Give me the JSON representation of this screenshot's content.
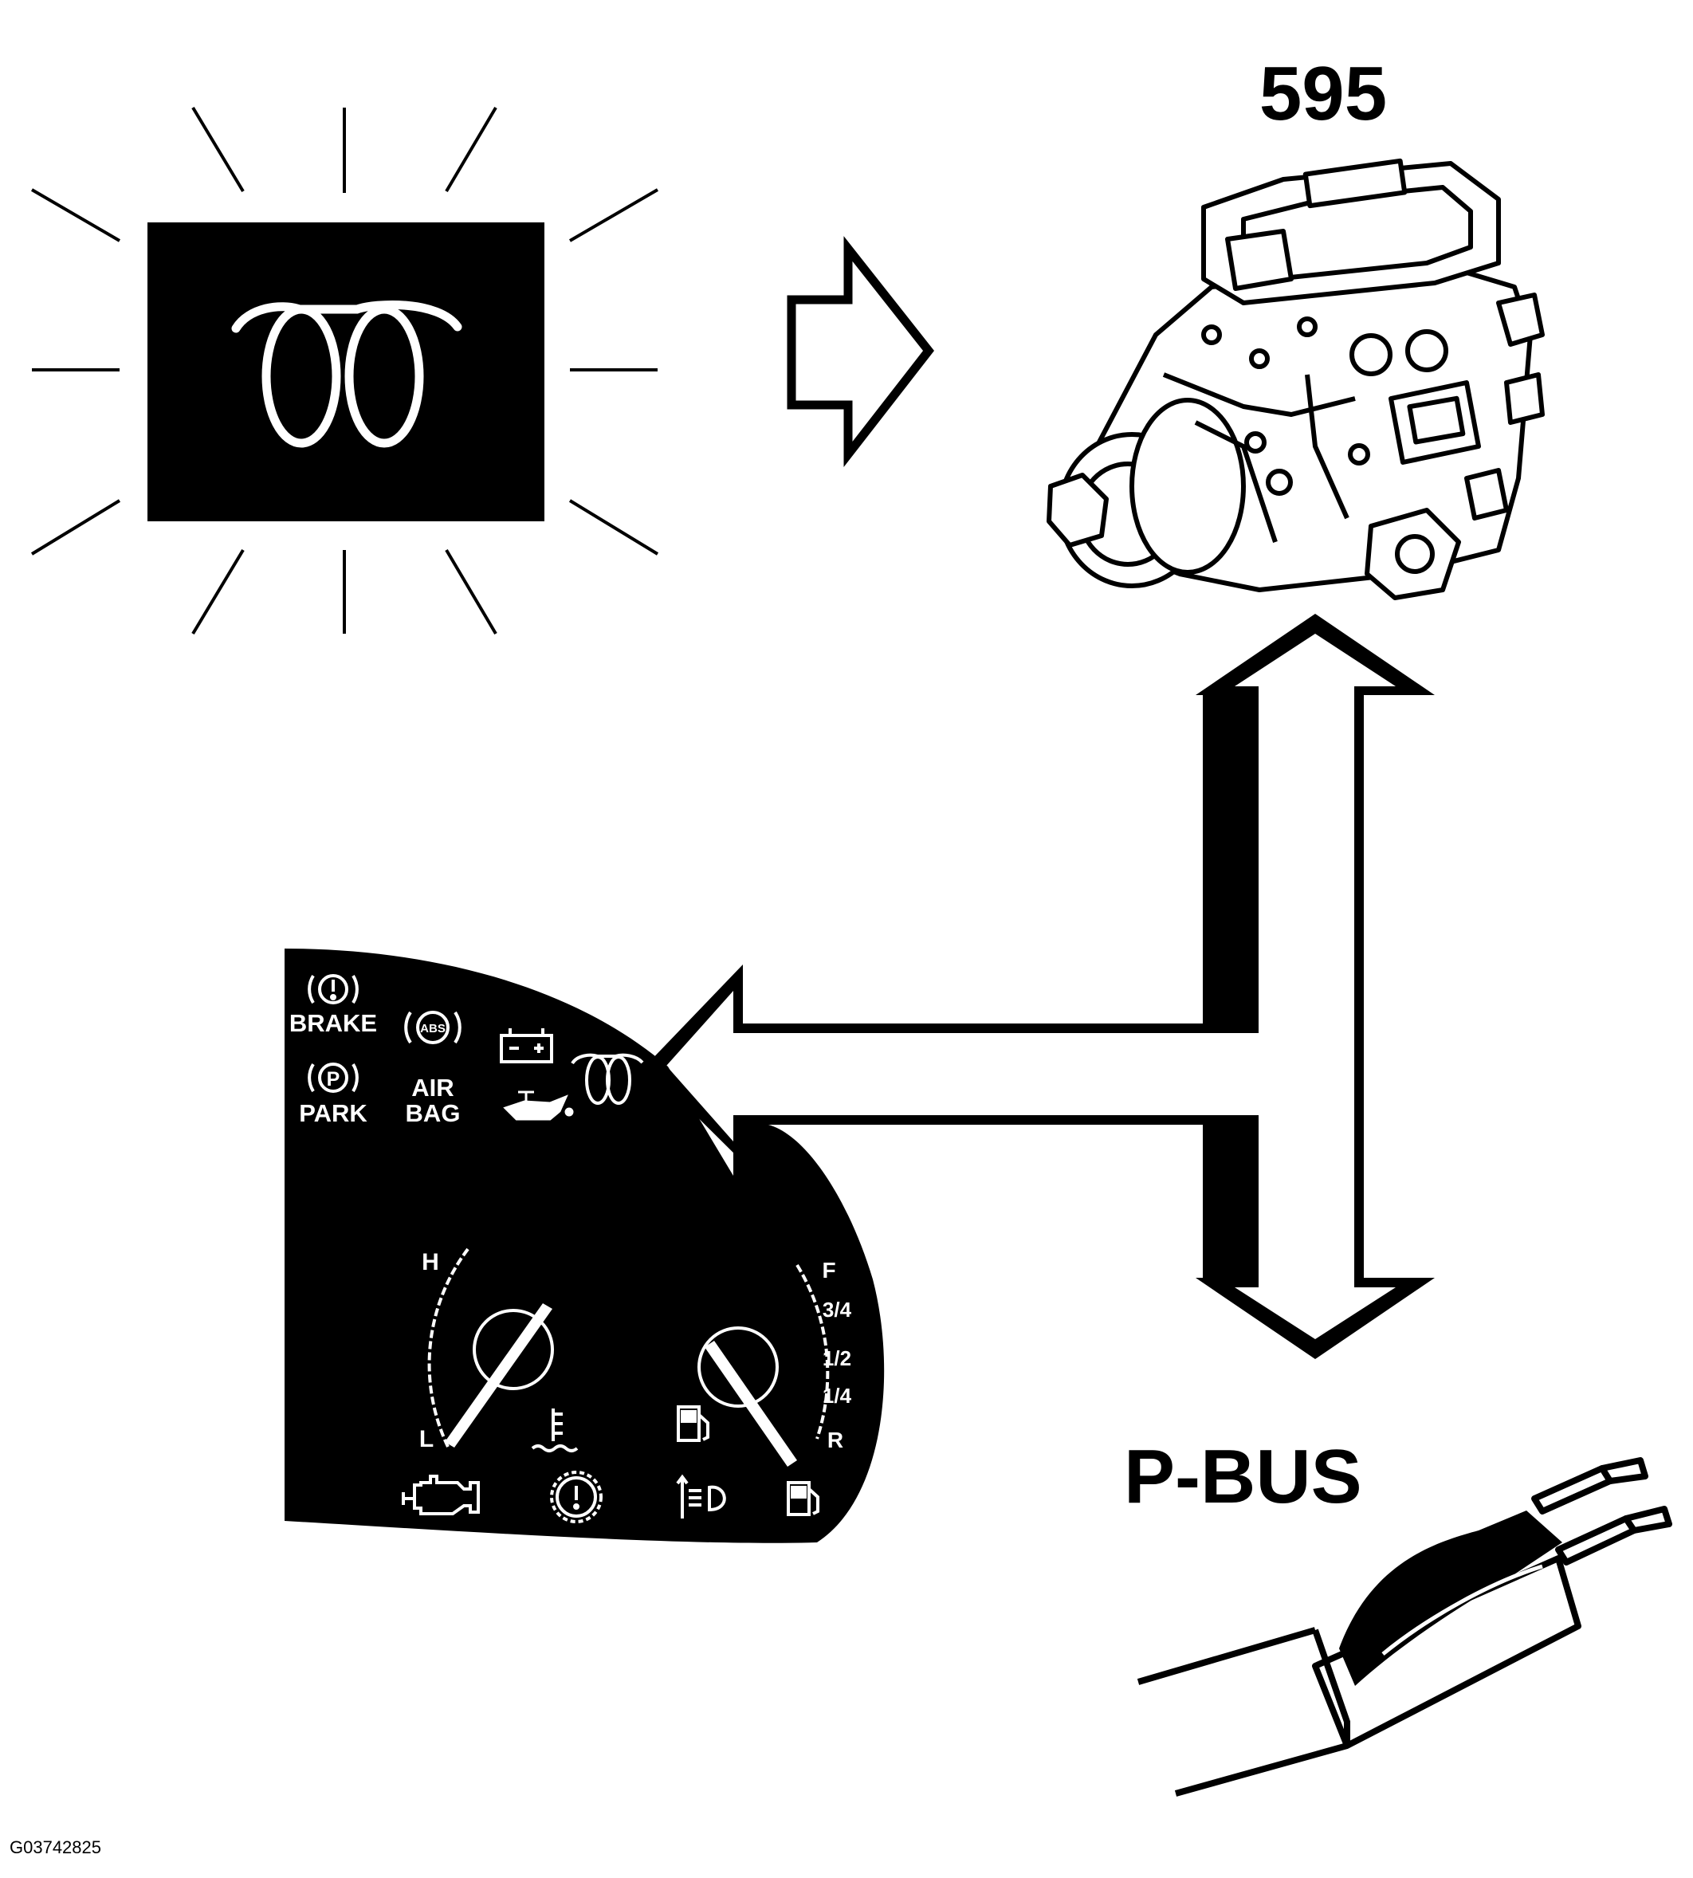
{
  "component_number": "595",
  "bus_label": "P-BUS",
  "figure_id": "G03742825",
  "cluster": {
    "brake_label": "BRAKE",
    "park_label": "PARK",
    "airbag_label_1": "AIR",
    "airbag_label_2": "BAG",
    "abs_label": "ABS",
    "temp_high": "H",
    "temp_low": "L",
    "fuel_full": "F",
    "fuel_three_quarter": "3/4",
    "fuel_half": "1/2",
    "fuel_quarter": "1/4",
    "fuel_reserve": "R"
  }
}
